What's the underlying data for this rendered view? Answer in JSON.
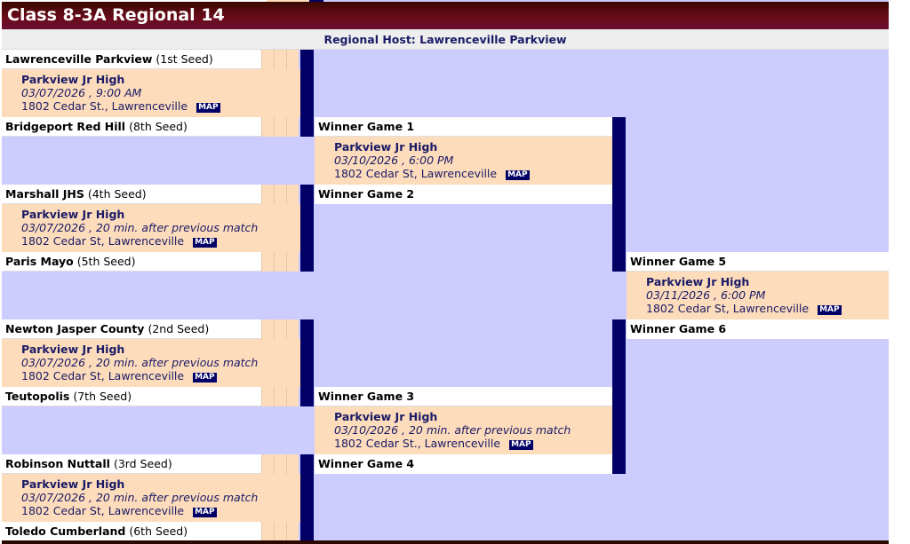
{
  "title": "Class 8-3A Regional 14",
  "host": "Regional Host: Lawrenceville Parkview",
  "map_label": "MAP",
  "colors": {
    "title_bg": "#5a0a14",
    "bracket_bg": "#ccccff",
    "connector": "#000066",
    "info_bg": "#fddcbb",
    "link_text": "#1a1a66"
  },
  "round1": {
    "teams": [
      {
        "name": "Lawrenceville Parkview",
        "seed": "(1st Seed)"
      },
      {
        "name": "Bridgeport Red Hill",
        "seed": "(8th Seed)"
      },
      {
        "name": "Marshall JHS",
        "seed": "(4th Seed)"
      },
      {
        "name": "Paris Mayo",
        "seed": "(5th Seed)"
      },
      {
        "name": "Newton Jasper County",
        "seed": "(2nd Seed)"
      },
      {
        "name": "Teutopolis",
        "seed": "(7th Seed)"
      },
      {
        "name": "Robinson Nuttall",
        "seed": "(3rd Seed)"
      },
      {
        "name": "Toledo Cumberland",
        "seed": "(6th Seed)"
      }
    ],
    "games": [
      {
        "site": "Parkview Jr High",
        "when": "03/07/2026 , 9:00 AM",
        "addr": "1802 Cedar St., Lawrenceville"
      },
      {
        "site": "Parkview Jr High",
        "when": "03/07/2026 , 20 min. after previous match",
        "addr": "1802 Cedar St, Lawrenceville"
      },
      {
        "site": "Parkview Jr High",
        "when": "03/07/2026 , 20 min. after previous match",
        "addr": "1802 Cedar St, Lawrenceville"
      },
      {
        "site": "Parkview Jr High",
        "when": "03/07/2026 , 20 min. after previous match",
        "addr": "1802 Cedar St, Lawrenceville"
      }
    ]
  },
  "round2": {
    "slots": [
      "Winner Game 1",
      "Winner Game 2",
      "Winner Game 3",
      "Winner Game 4"
    ],
    "games": [
      {
        "site": "Parkview Jr High",
        "when": "03/10/2026 , 6:00 PM",
        "addr": "1802 Cedar St, Lawrenceville"
      },
      {
        "site": "Parkview Jr High",
        "when": "03/10/2026 , 20 min. after previous match",
        "addr": "1802 Cedar St., Lawrenceville"
      }
    ]
  },
  "round3": {
    "slots": [
      "Winner Game 5",
      "Winner Game 6"
    ],
    "game": {
      "site": "Parkview Jr High",
      "when": "03/11/2026 , 6:00 PM",
      "addr": "1802 Cedar St, Lawrenceville"
    }
  }
}
